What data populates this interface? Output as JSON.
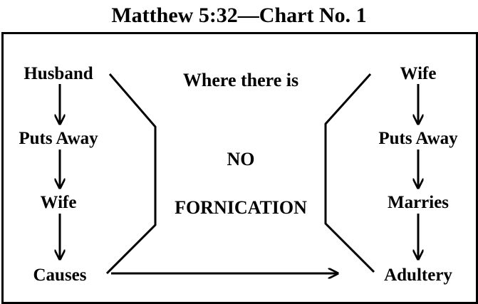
{
  "title": "Matthew 5:32—Chart No. 1",
  "left_column": [
    "Husband",
    "Puts Away",
    "Wife",
    "Causes"
  ],
  "right_column": [
    "Wife",
    "Puts Away",
    "Marries",
    "Adultery"
  ],
  "center": {
    "line1": "Where there is",
    "line2": "NO",
    "line3": "FORNICATION"
  }
}
